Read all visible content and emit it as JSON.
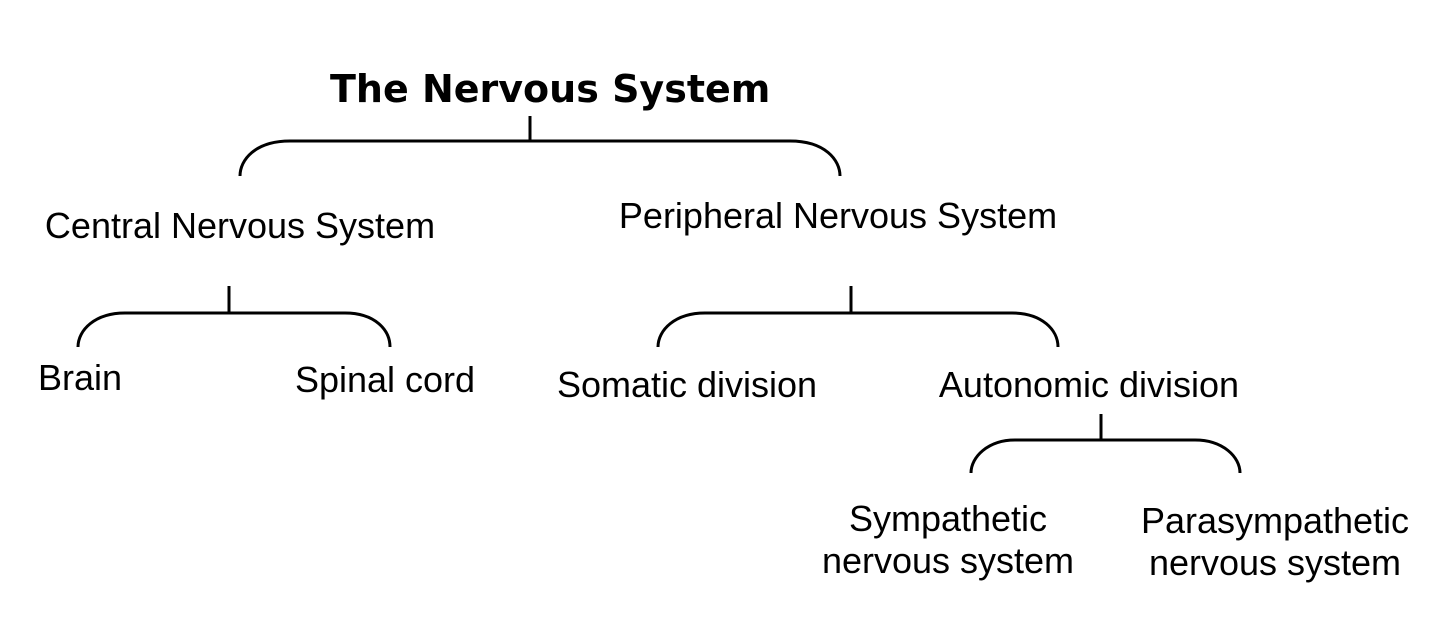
{
  "title": "The Nervous System",
  "nodes": {
    "cns": "Central Nervous System",
    "pns": "Peripheral Nervous System",
    "brain": "Brain",
    "spinal_cord": "Spinal cord",
    "somatic": "Somatic division",
    "autonomic": "Autonomic division",
    "sympathetic_line1": "Sympathetic",
    "sympathetic_line2": "nervous system",
    "parasympathetic_line1": "Parasympathetic",
    "parasympathetic_line2": "nervous system"
  },
  "colors": {
    "text": "#000000",
    "lines": "#000000",
    "background": "#ffffff"
  }
}
